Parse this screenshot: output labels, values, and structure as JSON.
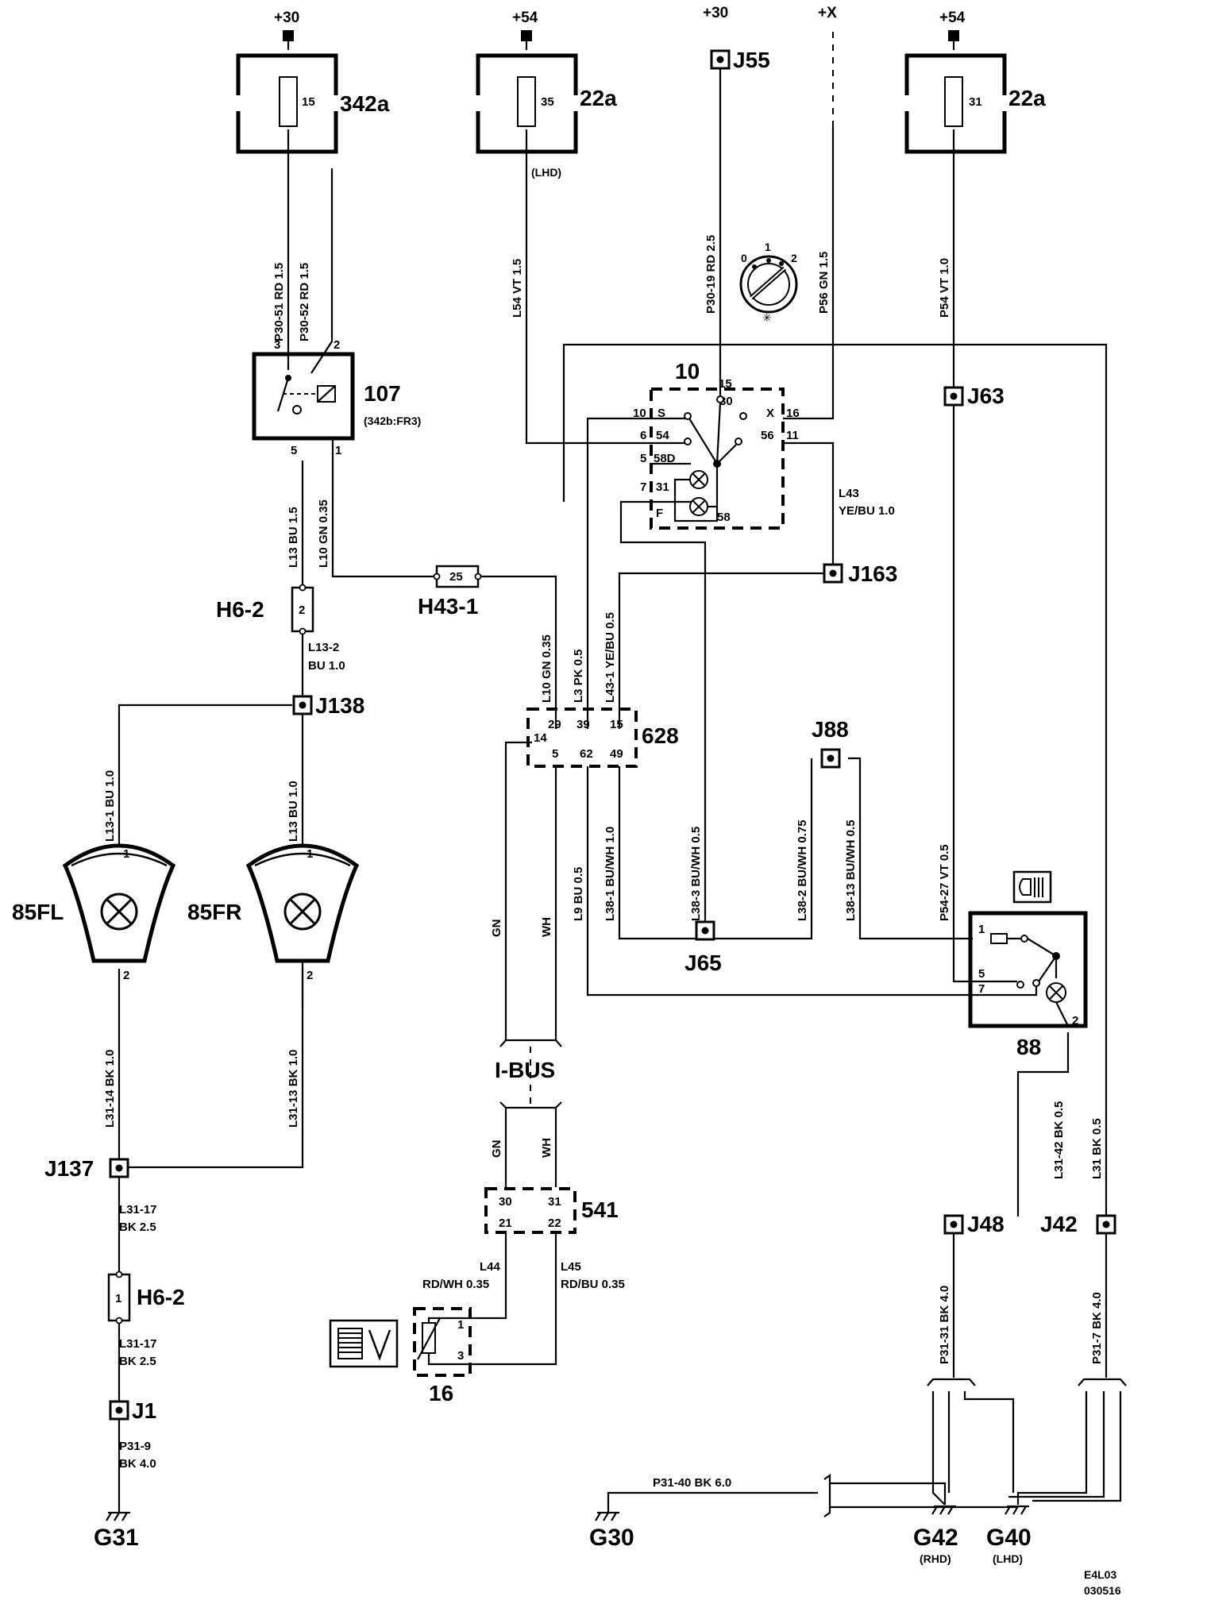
{
  "supplies": {
    "p30_left": "+30",
    "p54_mid": "+54",
    "p30_right": "+30",
    "px": "+X",
    "p54_right": "+54"
  },
  "fuses": {
    "f342a": {
      "num": "15",
      "label": "342a"
    },
    "f22a_left": {
      "num": "35",
      "label": "22a",
      "note": "(LHD)"
    },
    "f22a_right": {
      "num": "31",
      "label": "22a"
    }
  },
  "relay": {
    "label": "107",
    "sub": "(342b:FR3)",
    "pins": {
      "p3": "3",
      "p2": "2",
      "p5": "5",
      "p1": "1"
    }
  },
  "switch10": {
    "label": "10",
    "switch_positions": {
      "p0": "0",
      "p1": "1",
      "p2": "2"
    },
    "pins": {
      "p15": "15",
      "p30": "30",
      "p10": "10",
      "ps": "S",
      "px": "X",
      "p16": "16",
      "p6": "6",
      "p54": "54",
      "p56": "56",
      "p11": "11",
      "p5": "5",
      "p58d": "58D",
      "p7": "7",
      "p31": "31",
      "pf": "F",
      "p58": "58"
    }
  },
  "wires": {
    "p30_51": "P30-51  RD  1.5",
    "p30_52": "P30-52  RD  1.5",
    "l54": "L54  VT  1.5",
    "p30_19": "P30-19  RD  2.5",
    "p56": "P56  GN  1.5",
    "p54": "P54  VT  1.0",
    "l13": "L13  BU  1.5",
    "l10_top": "L10  GN  0.35",
    "l43_a": "L43",
    "l43_b": "YE/BU  1.0",
    "l13_2_a": "L13-2",
    "l13_2_b": "BU 1.0",
    "l10_mid": "L10  GN  0.35",
    "l3": "L3  PK  0.5",
    "l43_1": "L43-1  YE/BU  0.5",
    "l13_1": "L13-1  BU  1.0",
    "l13_b": "L13  BU  1.0",
    "gn": "GN",
    "wh": "WH",
    "l9": "L9  BU  0.5",
    "l38_1": "L38-1  BU/WH  1.0",
    "l38_3": "L38-3  BU/WH  0.5",
    "l38_2": "L38-2  BU/WH  0.75",
    "l38_13": "L38-13  BU/WH  0.5",
    "p54_27": "P54-27  VT  0.5",
    "l31_14": "L31-14  BK  1.0",
    "l31_13": "L31-13  BK  1.0",
    "gn2": "GN",
    "wh2": "WH",
    "l31_42": "L31-42  BK  0.5",
    "l31": "L31  BK  0.5",
    "l31_17a_1": "L31-17",
    "l31_17a_2": "BK  2.5",
    "l44_a": "L44",
    "l44_b": "RD/WH  0.35",
    "l45_a": "L45",
    "l45_b": "RD/BU  0.35",
    "l31_17b_1": "L31-17",
    "l31_17b_2": "BK  2.5",
    "p31_31": "P31-31  BK  4.0",
    "p31_7": "P31-7  BK  4.0",
    "p31_9_a": "P31-9",
    "p31_9_b": "BK  4.0",
    "p31_40": "P31-40  BK  6.0"
  },
  "junctions": {
    "j55": "J55",
    "j63": "J63",
    "j163": "J163",
    "j138": "J138",
    "j88": "J88",
    "j65": "J65",
    "j137": "J137",
    "j48": "J48",
    "j42": "J42",
    "j1": "J1"
  },
  "connectors": {
    "h6_2_top": {
      "label": "H6-2",
      "pin": "2"
    },
    "h43_1": {
      "label": "H43-1",
      "pin": "25"
    },
    "h6_2_bottom": {
      "label": "H6-2",
      "pin": "1"
    }
  },
  "module628": {
    "label": "628",
    "pins": {
      "p29": "29",
      "p39": "39",
      "p15": "15",
      "p14": "14",
      "p5": "5",
      "p62": "62",
      "p49": "49"
    }
  },
  "module541": {
    "label": "541",
    "pins": {
      "p30": "30",
      "p31": "31",
      "p21": "21",
      "p22": "22"
    }
  },
  "lamps": {
    "fl": {
      "label": "85FL",
      "pin1": "1",
      "pin2": "2"
    },
    "fr": {
      "label": "85FR",
      "pin1": "1",
      "pin2": "2"
    }
  },
  "switch88": {
    "label": "88",
    "pins": {
      "p1": "1",
      "p5": "5",
      "p7": "7",
      "p2": "2"
    }
  },
  "ibus": "I-BUS",
  "sensor16": {
    "label": "16",
    "pins": {
      "p1": "1",
      "p3": "3"
    }
  },
  "grounds": {
    "g31": "G31",
    "g30": "G30",
    "g42": "G42",
    "g42_note": "(RHD)",
    "g40": "G40",
    "g40_note": "(LHD)"
  },
  "ref_code": {
    "line1": "E4L03",
    "line2": "030516"
  }
}
